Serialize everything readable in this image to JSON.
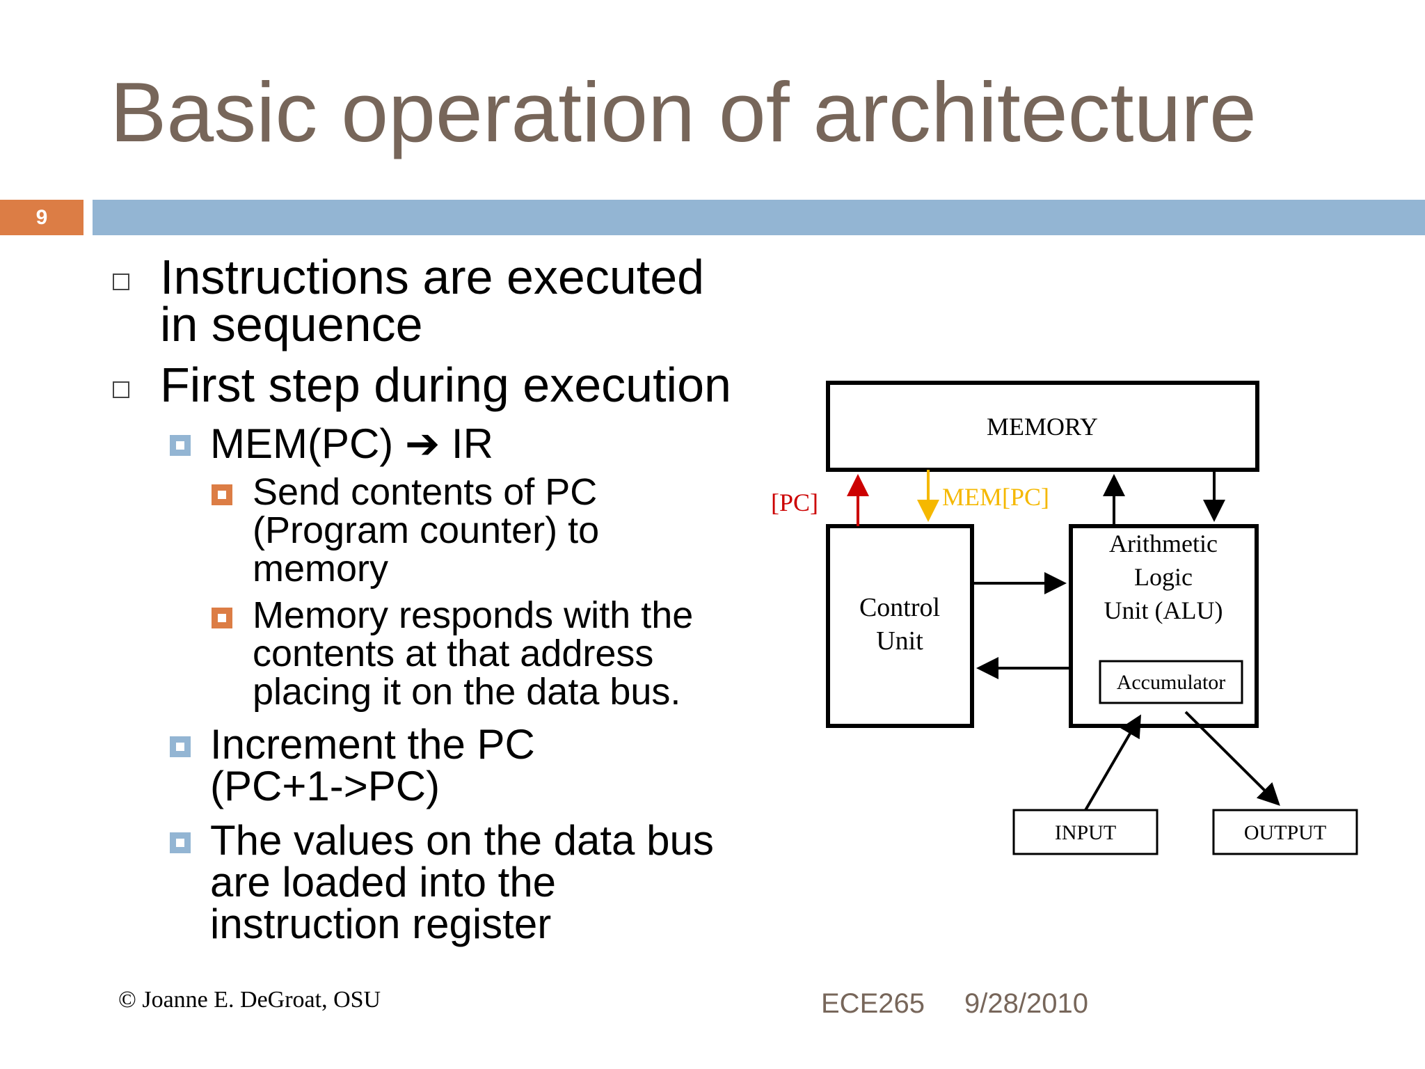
{
  "slide": {
    "title": "Basic operation of architecture",
    "number": "9"
  },
  "bullets": {
    "b1_line1": "Instructions are executed",
    "b1_line2": "in sequence",
    "b2_line1": "First step during execution",
    "b2_sub1_text": "MEM(PC) ➔ IR",
    "b2_sub1_a_line1": "Send contents of PC",
    "b2_sub1_a_line2": "(Program counter) to",
    "b2_sub1_a_line3": "memory",
    "b2_sub1_b_line1": "Memory responds with the",
    "b2_sub1_b_line2": "contents at that address",
    "b2_sub1_b_line3": "placing it on the data bus.",
    "b2_sub2_line1": "Increment the PC",
    "b2_sub2_line2": "(PC+1->PC)",
    "b2_sub3_line1": "The values on the data bus",
    "b2_sub3_line2": "are loaded into the",
    "b2_sub3_line3": "instruction register"
  },
  "diagram": {
    "memory": "MEMORY",
    "pc_label": "[PC]",
    "mempc_label": "MEM[PC]",
    "control_line1": "Control",
    "control_line2": "Unit",
    "alu_line1": "Arithmetic",
    "alu_line2": "Logic",
    "alu_line3": "Unit (ALU)",
    "accumulator": "Accumulator",
    "input": "INPUT",
    "output": "OUTPUT"
  },
  "footer": {
    "copyright": "© Joanne E. DeGroat, OSU",
    "course": "ECE265",
    "date": "9/28/2010"
  },
  "colors": {
    "title": "#77665a",
    "accent_orange": "#dc7d45",
    "accent_blue": "#93b5d3",
    "pc_arrow": "#cc0000",
    "mempc_arrow": "#f5b800"
  }
}
